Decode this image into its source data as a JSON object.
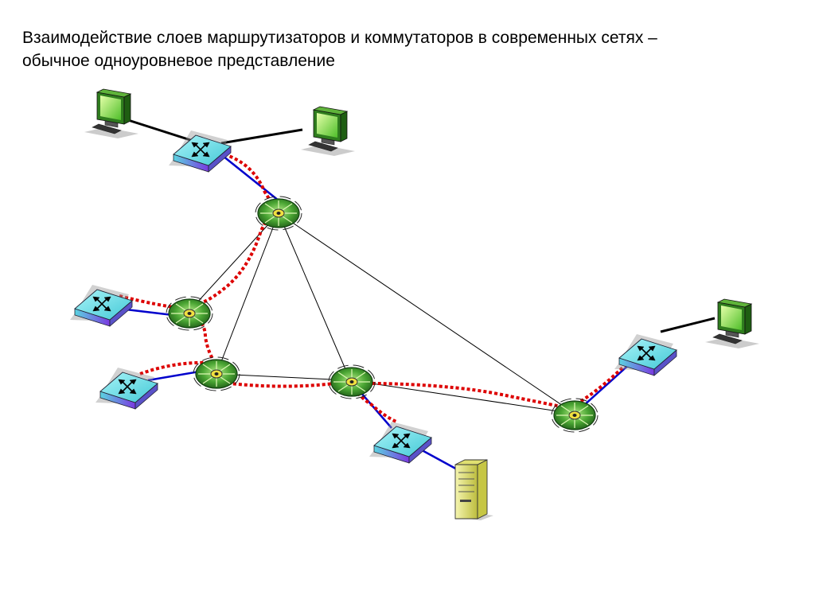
{
  "slide": {
    "title_line1": "Взаимодействие слоев маршрутизаторов и коммутаторов в современных сетях –",
    "title_line2": "обычное одноуровневое представление"
  },
  "colors": {
    "access_link": "#0000cc",
    "host_link": "#000000",
    "backbone_link": "#000000",
    "path": "#dd0000",
    "router_fill": "#3d9a2a",
    "switch_fill": "#5ee0e8",
    "workstation_screen": "#88dd44",
    "server_body": "#e6e678"
  },
  "nodes": {
    "workstations": [
      "workstation-1",
      "workstation-2",
      "workstation-3"
    ],
    "switches": [
      "switch-top",
      "switch-left-1",
      "switch-left-2",
      "switch-bottom",
      "switch-right"
    ],
    "routers": [
      "router-top",
      "router-left-1",
      "router-left-2",
      "router-center",
      "router-right"
    ],
    "servers": [
      "server-1"
    ]
  }
}
